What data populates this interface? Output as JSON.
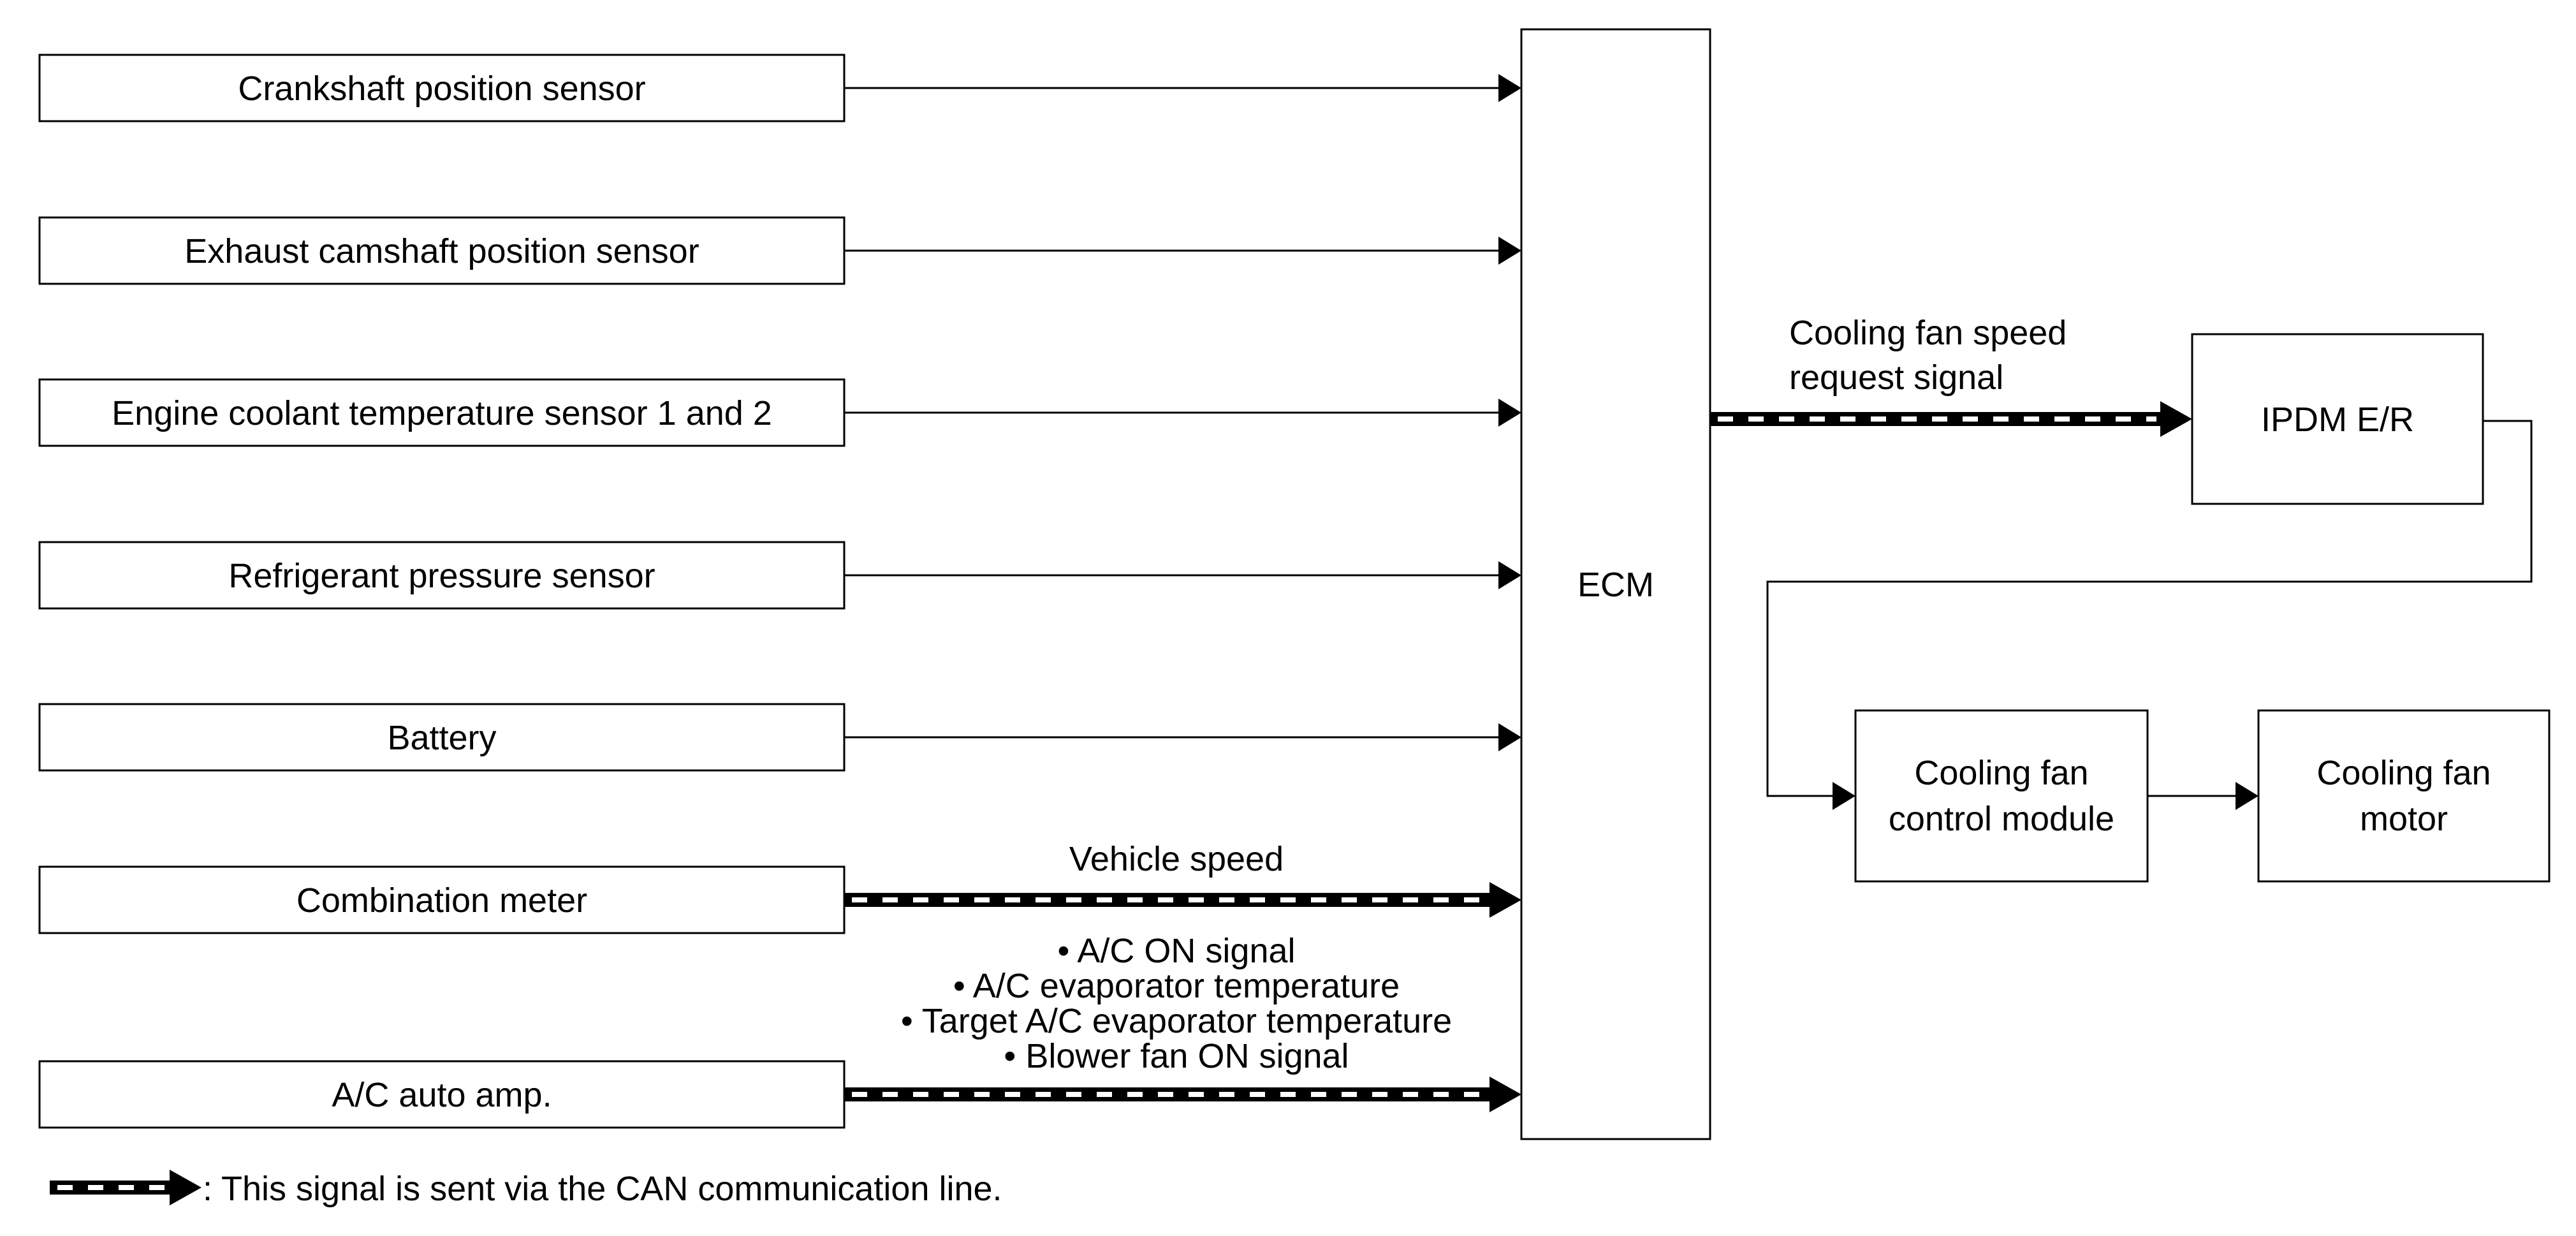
{
  "inputs": [
    {
      "id": "crankshaft",
      "label": "Crankshaft position sensor"
    },
    {
      "id": "exhaust-camshaft",
      "label": "Exhaust camshaft position sensor"
    },
    {
      "id": "coolant-temp",
      "label": "Engine coolant temperature sensor 1 and 2"
    },
    {
      "id": "refrigerant",
      "label": "Refrigerant pressure sensor"
    },
    {
      "id": "battery",
      "label": "Battery"
    },
    {
      "id": "combination-meter",
      "label": "Combination meter"
    },
    {
      "id": "ac-auto-amp",
      "label": "A/C auto amp."
    }
  ],
  "ecm": {
    "label": "ECM"
  },
  "ipdm": {
    "label": "IPDM E/R"
  },
  "fan_module": {
    "label_line1": "Cooling fan",
    "label_line2": "control module"
  },
  "fan_motor": {
    "label_line1": "Cooling fan",
    "label_line2": "motor"
  },
  "signals": {
    "vehicle_speed": "Vehicle speed",
    "fan_request_line1": "Cooling fan speed",
    "fan_request_line2": "request signal",
    "ac_list": [
      "• A/C ON signal",
      "• A/C evaporator temperature",
      "• Target A/C evaporator temperature",
      "• Blower fan ON signal"
    ]
  },
  "legend": {
    "text": ": This signal is sent via the CAN communication line."
  },
  "colors": {
    "line": "#000000",
    "background": "#ffffff"
  }
}
